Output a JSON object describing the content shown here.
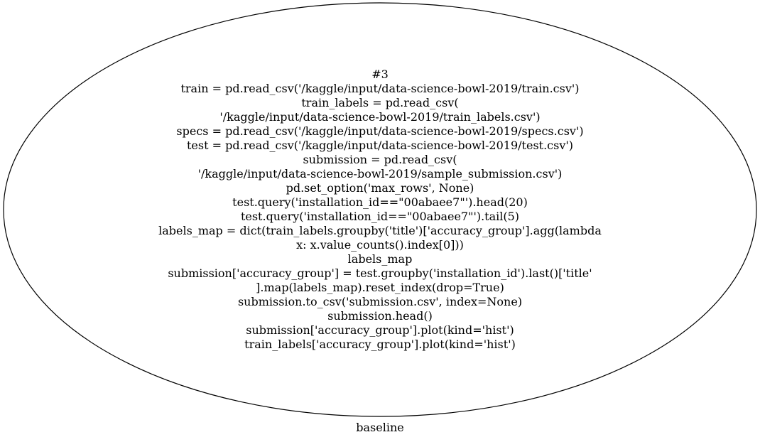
{
  "graph": {
    "caption": "baseline",
    "node": {
      "lines": [
        "#3",
        "train = pd.read_csv('/kaggle/input/data-science-bowl-2019/train.csv')",
        "train_labels = pd.read_csv(",
        "'/kaggle/input/data-science-bowl-2019/train_labels.csv')",
        "specs = pd.read_csv('/kaggle/input/data-science-bowl-2019/specs.csv')",
        "test = pd.read_csv('/kaggle/input/data-science-bowl-2019/test.csv')",
        "submission = pd.read_csv(",
        "'/kaggle/input/data-science-bowl-2019/sample_submission.csv')",
        "pd.set_option('max_rows', None)",
        "test.query('installation_id==\"00abaee7\"').head(20)",
        "test.query('installation_id==\"00abaee7\"').tail(5)",
        "labels_map = dict(train_labels.groupby('title')['accuracy_group'].agg(lambda",
        "x: x.value_counts().index[0]))",
        "labels_map",
        "submission['accuracy_group'] = test.groupby('installation_id').last()['title'",
        "].map(labels_map).reset_index(drop=True)",
        "submission.to_csv('submission.csv', index=None)",
        "submission.head()",
        "submission['accuracy_group'].plot(kind='hist')",
        "train_labels['accuracy_group'].plot(kind='hist')"
      ]
    }
  }
}
